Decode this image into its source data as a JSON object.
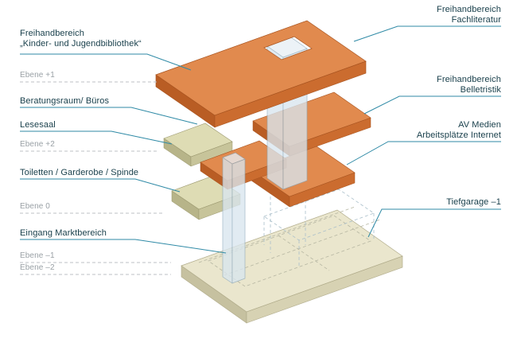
{
  "colors": {
    "label_text": "#173e4a",
    "leader_line": "#2f8aa6",
    "level_text": "#9aa1a6",
    "level_line": "#bcc2c6",
    "orange_top": "#e18a4e",
    "orange_side": "#cb6c2f",
    "orange_side_dark": "#b95d24",
    "orange_stroke": "#a85420",
    "beige_top": "#dedcb4",
    "beige_side": "#c7c49a",
    "beige_side_dark": "#b7b489",
    "beige_stroke": "#9a976e",
    "base_top": "#eae6cd",
    "base_side": "#d7d2b3",
    "base_side_dark": "#c6c1a0",
    "base_stroke": "#b0ab8a",
    "shaft_fill": "#d9e6ef",
    "shaft_top": "#e7eff6",
    "shaft_stroke": "#8aa6b8",
    "construction_dash": "#b6b6a2",
    "construction_dash_blue": "#aabfca"
  },
  "labels": {
    "left": [
      {
        "name": "freihandbereich-kinder",
        "line1": "Freihandbereich",
        "line2": "„Kinder- und Jugendbibliothek“"
      },
      {
        "name": "ebene-plus-1",
        "line1": "Ebene +1"
      },
      {
        "name": "beratungsraum-bueros",
        "line1": "Beratungsraum/ Büros"
      },
      {
        "name": "lesesaal",
        "line1": "Lesesaal"
      },
      {
        "name": "ebene-plus-2",
        "line1": "Ebene +2"
      },
      {
        "name": "toiletten-garderobe-spinde",
        "line1": "Toiletten / Garderobe / Spinde"
      },
      {
        "name": "ebene-0",
        "line1": "Ebene 0"
      },
      {
        "name": "eingang-marktbereich",
        "line1": "Eingang Marktbereich"
      },
      {
        "name": "ebene-minus-1",
        "line1": "Ebene –1"
      },
      {
        "name": "ebene-minus-2",
        "line1": "Ebene –2"
      }
    ],
    "right": [
      {
        "name": "freihandbereich-fachliteratur",
        "line1": "Freihandbereich",
        "line2": "Fachliteratur"
      },
      {
        "name": "freihandbereich-belletristik",
        "line1": "Freihandbereich",
        "line2": "Belletristik"
      },
      {
        "name": "av-medien-arbeitsplaetze",
        "line1": "AV Medien",
        "line2": "Arbeitsplätze Internet"
      },
      {
        "name": "tiefgarage",
        "line1": "Tiefgarage –1"
      }
    ]
  }
}
